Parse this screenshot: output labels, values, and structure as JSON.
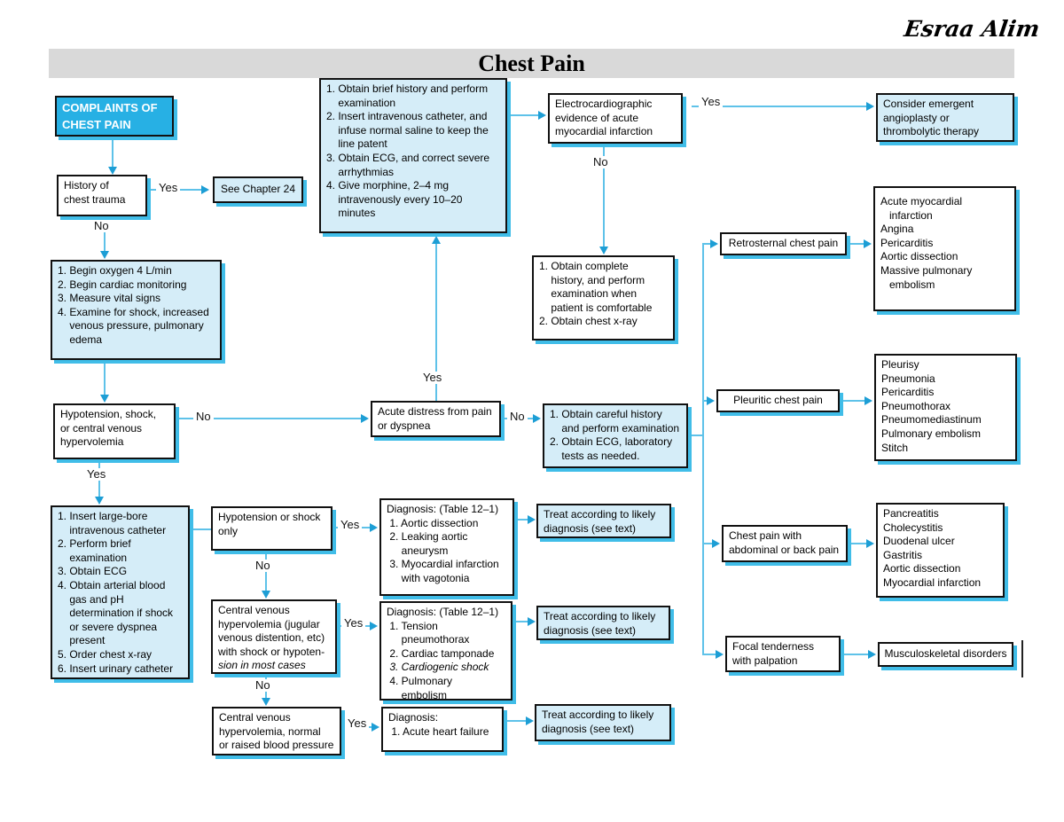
{
  "page": {
    "title": "Chest Pain",
    "signature": "Esraa Alim"
  },
  "labels": {
    "yes": "Yes",
    "no": "No"
  },
  "colors": {
    "title_band": "#d9d9d9",
    "node_fill_white": "#ffffff",
    "node_fill_light_blue": "#d5edf8",
    "node_fill_cyan": "#27b0e4",
    "node_border": "#111111",
    "node_shadow_cyan": "#40bde8",
    "connector_line": "#5ec2e9",
    "arrowhead": "#1d9ed5"
  },
  "nodes": {
    "complaints": {
      "lines": [
        "COMPLAINTS OF",
        "CHEST PAIN"
      ]
    },
    "history_trauma": {
      "lines": [
        "History of",
        "chest trauma"
      ]
    },
    "see_chapter": {
      "lines": [
        "See Chapter 24"
      ]
    },
    "initial_treatment": {
      "lines": [
        "1. Obtain brief history and perform",
        "    examination",
        "2. Insert intravenous catheter, and",
        "    infuse normal saline to keep the",
        "    line patent",
        "3. Obtain ECG, and correct severe",
        "    arrhythmias",
        "4. Give morphine, 2–4 mg",
        "    intravenously every 10–20",
        "    minutes"
      ]
    },
    "ecg_evidence": {
      "lines": [
        "Electrocardiographic",
        "evidence of acute",
        "myocardial infarction"
      ]
    },
    "consider_emergent": {
      "lines": [
        "Consider emergent",
        "angioplasty or",
        "thrombolytic therapy"
      ]
    },
    "begin_oxygen": {
      "lines": [
        "1. Begin oxygen 4 L/min",
        "2. Begin cardiac monitoring",
        "3. Measure vital signs",
        "4. Examine for shock, increased",
        "    venous pressure, pulmonary",
        "    edema"
      ]
    },
    "obtain_complete": {
      "lines": [
        "1. Obtain complete",
        "    history, and perform",
        "    examination when",
        "    patient is comfortable",
        "2. Obtain chest x-ray"
      ]
    },
    "obtain_careful": {
      "lines": [
        "1. Obtain careful history",
        "    and perform examination",
        "2. Obtain ECG, laboratory",
        "    tests as needed."
      ]
    },
    "hypotension_shock": {
      "lines": [
        "Hypotension, shock,",
        "or central venous",
        "hypervolemia"
      ]
    },
    "acute_distress": {
      "lines": [
        "Acute distress from pain",
        "or dyspnea"
      ]
    },
    "insert_catheter": {
      "lines": [
        "1. Insert large-bore",
        "    intravenous catheter",
        "2. Perform brief",
        "    examination",
        "3. Obtain ECG",
        "4. Obtain arterial blood",
        "    gas and pH",
        "    determination if shock",
        "    or severe dyspnea",
        "    present",
        "5. Order chest x-ray",
        "6. Insert urinary catheter"
      ]
    },
    "hypo_shock_only": {
      "lines": [
        "Hypotension or shock",
        "only"
      ]
    },
    "diagnosis1": {
      "lines": [
        "Diagnosis: (Table 12–1)",
        " 1. Aortic dissection",
        " 2. Leaking aortic",
        "     aneurysm",
        " 3. Myocardial infarction",
        "     with vagotonia"
      ]
    },
    "treat1": {
      "lines": [
        "Treat according to likely",
        "diagnosis (see text)"
      ]
    },
    "central_venous1": {
      "lines": [
        "Central venous",
        "hypervolemia (jugular",
        "venous distention, etc)",
        "with shock or hypoten-"
      ],
      "lines_italic": [
        "sion in most cases"
      ]
    },
    "diagnosis2": {
      "lines_a": [
        "Diagnosis: (Table 12–1)",
        " 1. Tension",
        "     pneumothorax",
        " 2. Cardiac tamponade"
      ],
      "lines_italic": [
        " 3. Cardiogenic shock"
      ],
      "lines_b": [
        " 4. Pulmonary",
        "     embolism"
      ]
    },
    "treat2": {
      "lines": [
        "Treat according to likely",
        "diagnosis (see text)"
      ]
    },
    "central_venous2": {
      "lines": [
        "Central venous",
        "hypervolemia, normal",
        "or raised blood pressure"
      ]
    },
    "diagnosis3": {
      "lines": [
        "Diagnosis:",
        " 1. Acute heart failure"
      ]
    },
    "treat3": {
      "lines": [
        "Treat according to likely",
        "diagnosis (see text)"
      ]
    },
    "retrosternal": {
      "lines": [
        "Retrosternal chest pain"
      ]
    },
    "retrosternal_list": {
      "lines": [
        "Acute myocardial",
        "   infarction",
        "Angina",
        "Pericarditis",
        "Aortic dissection",
        "Massive pulmonary",
        "   embolism"
      ]
    },
    "pleuritic": {
      "lines": [
        "Pleuritic chest pain"
      ]
    },
    "pleuritic_list": {
      "lines": [
        "Pleurisy",
        "Pneumonia",
        "Pericarditis",
        "Pneumothorax",
        "Pneumomediastinum",
        "Pulmonary embolism",
        "Stitch"
      ]
    },
    "chest_abdominal": {
      "lines": [
        "Chest pain with",
        "abdominal or back pain"
      ]
    },
    "abdominal_list": {
      "lines": [
        "Pancreatitis",
        "Cholecystitis",
        "Duodenal ulcer",
        "Gastritis",
        "Aortic dissection",
        "Myocardial infarction"
      ]
    },
    "focal_tenderness": {
      "lines": [
        "Focal tenderness",
        "with palpation"
      ]
    },
    "musculoskeletal": {
      "lines": [
        "Musculoskeletal disorders"
      ]
    }
  }
}
